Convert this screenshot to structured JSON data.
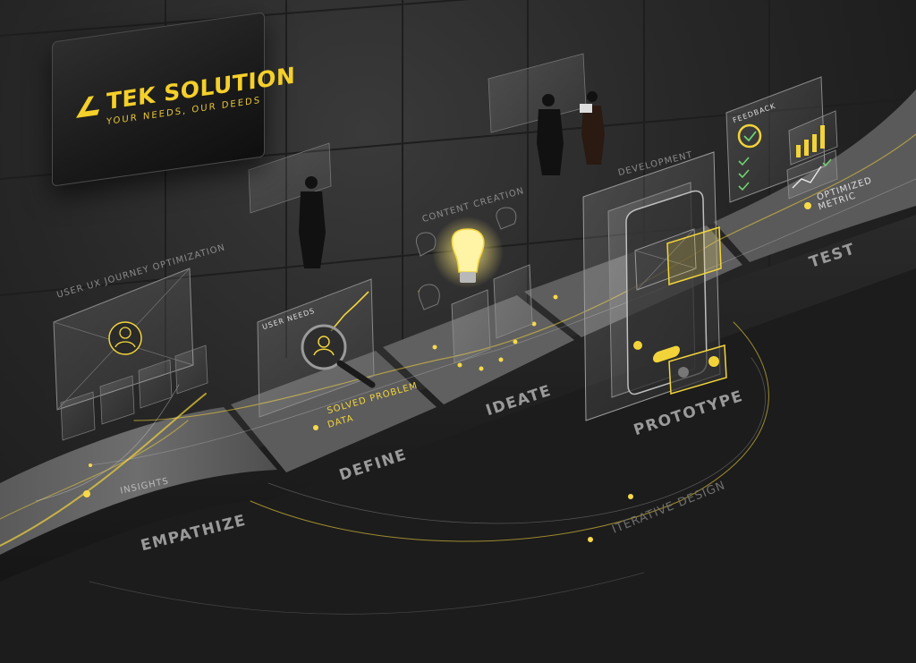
{
  "brand": {
    "name": "TEK SOLUTION",
    "tagline": "YOUR NEEDS, OUR DEEDS",
    "accent_color": "#f2d43a"
  },
  "stages": [
    {
      "name": "EMPATHIZE"
    },
    {
      "name": "DEFINE"
    },
    {
      "name": "IDEATE"
    },
    {
      "name": "PROTOTYPE"
    },
    {
      "name": "TEST"
    }
  ],
  "annotations": {
    "journey": "USER UX JOURNEY OPTIMIZATION",
    "user_needs": "USER NEEDS",
    "data_label": "DATA",
    "solved_problem": "SOLVED PROBLEM",
    "solved_data": "DATA",
    "content_creation": "CONTENT CREATION",
    "development": "DEVELOPMENT",
    "feedback": "FEEDBACK",
    "optimized_metric_1": "OPTIMIZED",
    "optimized_metric_2": "METRIC",
    "insights": "INSIGHTS",
    "iterative_design": "ITERATIVE DESIGN"
  },
  "icons": [
    "logo-mark-icon",
    "avatar-icon",
    "magnifier-icon",
    "lightbulb-icon",
    "phone-icon",
    "checkmark-icon",
    "bar-chart-icon",
    "line-chart-icon"
  ]
}
